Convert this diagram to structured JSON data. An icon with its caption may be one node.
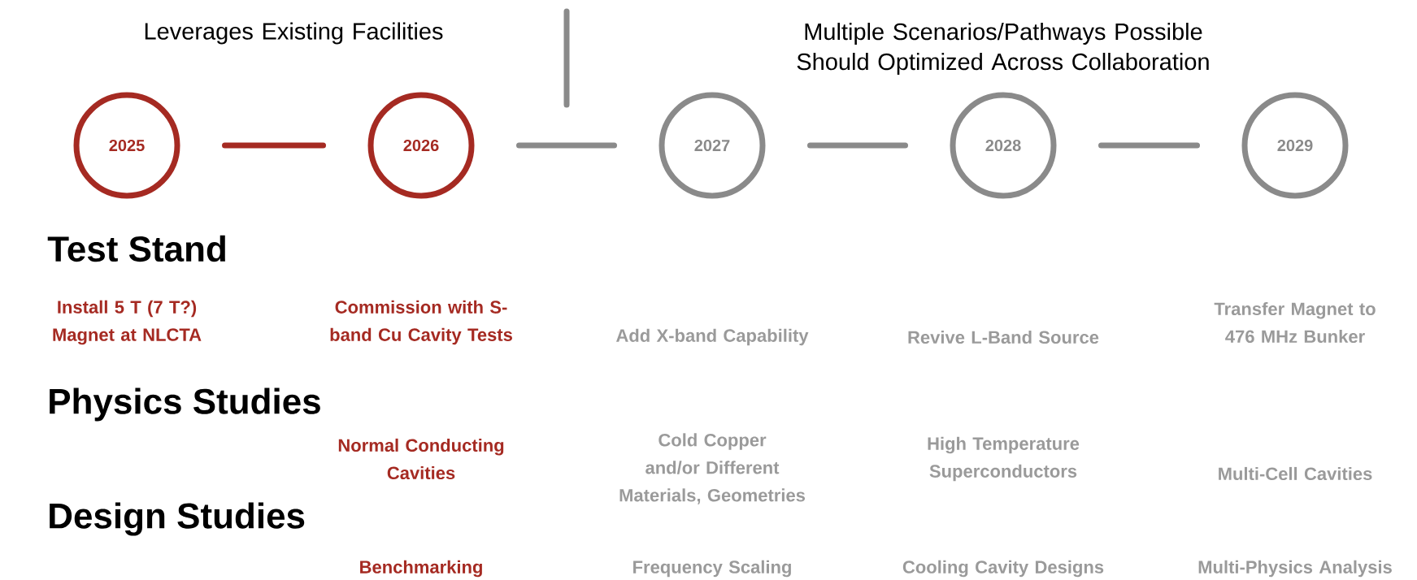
{
  "diagram": {
    "nodes": [
      {
        "text": [
          "2025"
        ]
      },
      {
        "text": [
          "2026"
        ]
      },
      {
        "text": [
          "2027"
        ]
      },
      {
        "text": [
          "2028"
        ]
      },
      {
        "text": [
          "2029"
        ]
      }
    ],
    "edges": [
      {
        "from": 0,
        "to": 1,
        "arrow": "none",
        "color": "#a52a22"
      },
      {
        "from": 1,
        "to": 2,
        "arrow": "none"
      },
      {
        "from": 2,
        "to": 3,
        "arrow": "none"
      },
      {
        "from": 3,
        "to": 4,
        "arrow": "none"
      }
    ],
    "labels": [
      "Leverages Existing Facilities",
      "Multiple Scenarios/Pathways Possible Should Optimized Across Collaboration",
      "Test Stand",
      "Install 5 T (7 T?) Magnet at NLCTA",
      "Commission with S-band Cu Cavity Tests",
      "Add X-band Capability",
      "Revive L-Band Source",
      "Transfer Magnet to 476 MHz Bunker",
      "Physics Studies",
      "Normal Conducting Cavities",
      "Cold Copper and/or Different Materials, Geometries",
      "High Temperature Superconductors",
      "Multi-Cell Cavities",
      "Design Studies",
      "Benchmarking",
      "Frequency Scaling",
      "Cooling Cavity Designs",
      "Multi-Physics Analysis"
    ]
  }
}
